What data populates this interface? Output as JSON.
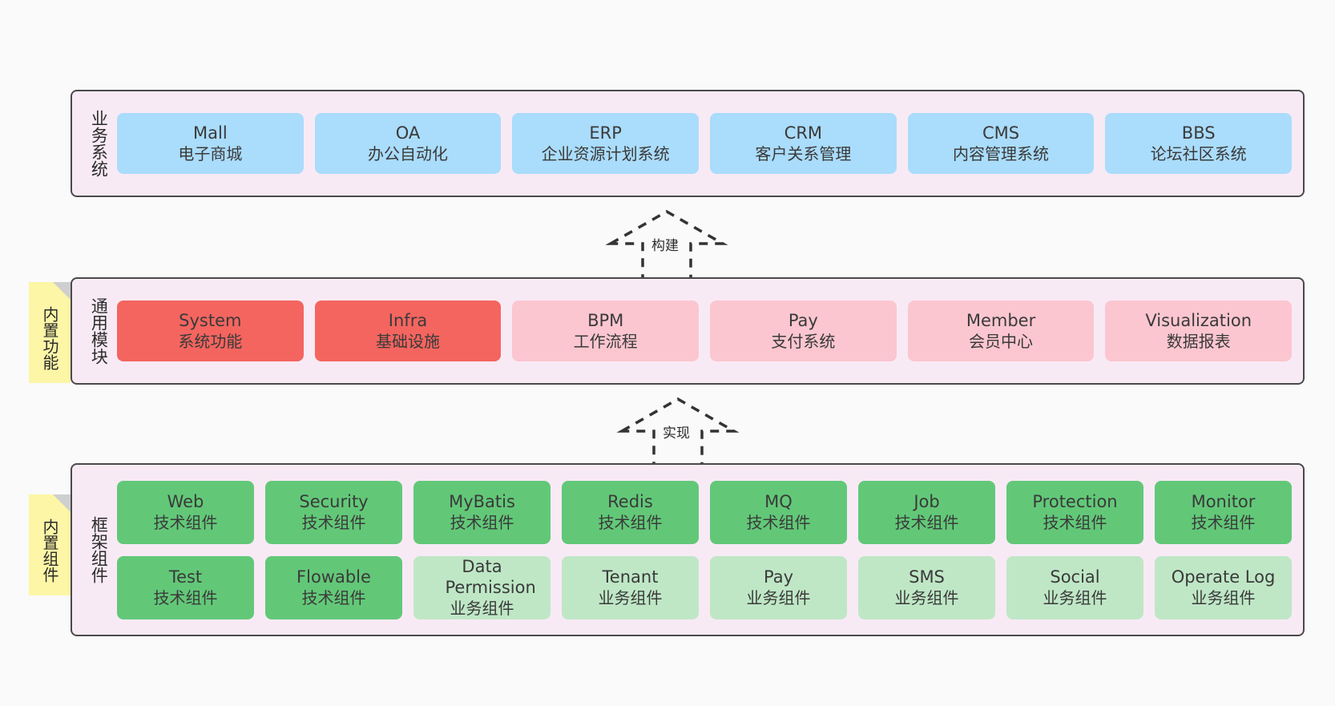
{
  "diagram": {
    "background": "#fafafa",
    "colors": {
      "layer_bg": "#f8eaf5",
      "layer_border": "#4a4a4a",
      "blue": "#aadcfb",
      "red": "#f4655f",
      "pink": "#fbc6d0",
      "green": "#62c878",
      "light_green": "#bfe7c6",
      "note": "#fcf6a6"
    }
  },
  "layers": [
    {
      "id": "business-systems",
      "title": "业务系统",
      "rows": [
        [
          {
            "en": "Mall",
            "cn": "电子商城",
            "color": "blue"
          },
          {
            "en": "OA",
            "cn": "办公自动化",
            "color": "blue"
          },
          {
            "en": "ERP",
            "cn": "企业资源计划系统",
            "color": "blue"
          },
          {
            "en": "CRM",
            "cn": "客户关系管理",
            "color": "blue"
          },
          {
            "en": "CMS",
            "cn": "内容管理系统",
            "color": "blue"
          },
          {
            "en": "BBS",
            "cn": "论坛社区系统",
            "color": "blue"
          }
        ]
      ]
    },
    {
      "id": "common-modules",
      "title": "通用模块",
      "note": "内置功能",
      "rows": [
        [
          {
            "en": "System",
            "cn": "系统功能",
            "color": "red"
          },
          {
            "en": "Infra",
            "cn": "基础设施",
            "color": "red"
          },
          {
            "en": "BPM",
            "cn": "工作流程",
            "color": "pink"
          },
          {
            "en": "Pay",
            "cn": "支付系统",
            "color": "pink"
          },
          {
            "en": "Member",
            "cn": "会员中心",
            "color": "pink"
          },
          {
            "en": "Visualization",
            "cn": "数据报表",
            "color": "pink"
          }
        ]
      ]
    },
    {
      "id": "framework-components",
      "title": "框架组件",
      "note": "内置组件",
      "rows": [
        [
          {
            "en": "Web",
            "cn": "技术组件",
            "color": "green"
          },
          {
            "en": "Security",
            "cn": "技术组件",
            "color": "green"
          },
          {
            "en": "MyBatis",
            "cn": "技术组件",
            "color": "green"
          },
          {
            "en": "Redis",
            "cn": "技术组件",
            "color": "green"
          },
          {
            "en": "MQ",
            "cn": "技术组件",
            "color": "green"
          },
          {
            "en": "Job",
            "cn": "技术组件",
            "color": "green"
          },
          {
            "en": "Protection",
            "cn": "技术组件",
            "color": "green"
          },
          {
            "en": "Monitor",
            "cn": "技术组件",
            "color": "green"
          }
        ],
        [
          {
            "en": "Test",
            "cn": "技术组件",
            "color": "green"
          },
          {
            "en": "Flowable",
            "cn": "技术组件",
            "color": "green"
          },
          {
            "en": "Data Permission",
            "cn": "业务组件",
            "color": "light_green"
          },
          {
            "en": "Tenant",
            "cn": "业务组件",
            "color": "light_green"
          },
          {
            "en": "Pay",
            "cn": "业务组件",
            "color": "light_green"
          },
          {
            "en": "SMS",
            "cn": "业务组件",
            "color": "light_green"
          },
          {
            "en": "Social",
            "cn": "业务组件",
            "color": "light_green"
          },
          {
            "en": "Operate Log",
            "cn": "业务组件",
            "color": "light_green"
          }
        ]
      ]
    }
  ],
  "arrows": [
    {
      "id": "build-arrow",
      "label": "构建"
    },
    {
      "id": "implement-arrow",
      "label": "实现"
    }
  ]
}
